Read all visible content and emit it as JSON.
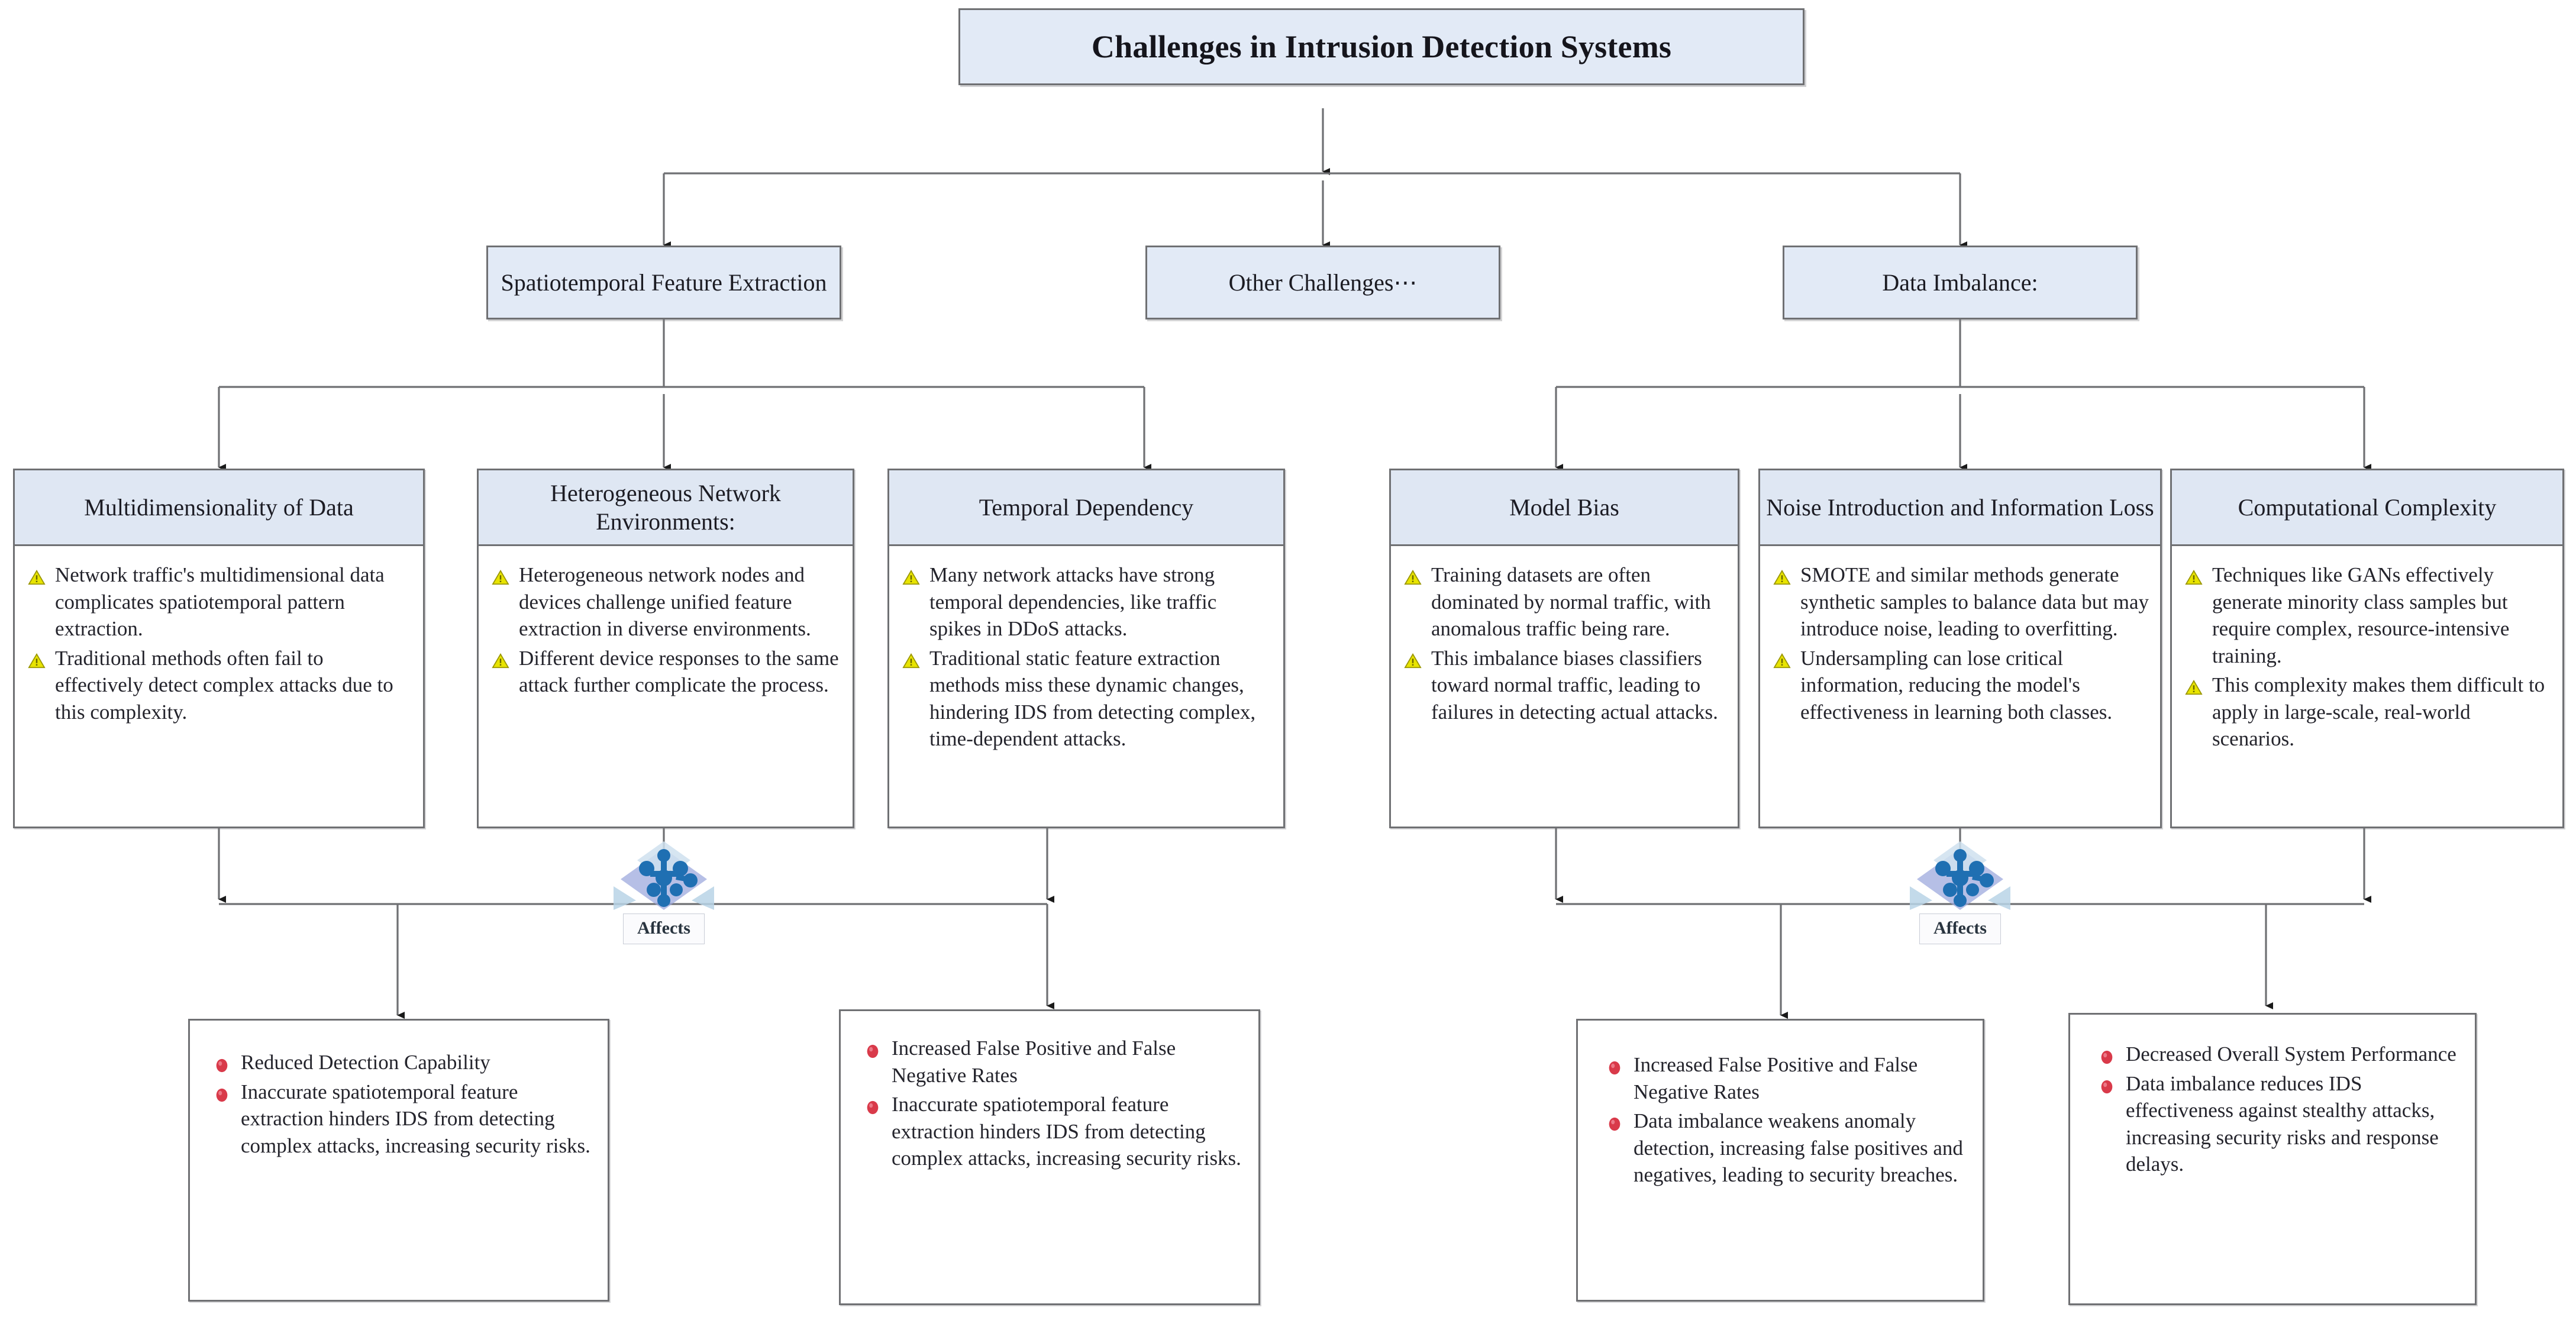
{
  "colors": {
    "header_fill": "#dfe7f3",
    "box_fill": "#e2eaf6",
    "border": "#6f7073",
    "warning_marker": "#d8d400",
    "risk_marker": "#d93a4a",
    "affects_node": "#1f6fb2",
    "text": "#1c1c24"
  },
  "title": {
    "text": "Challenges in Intrusion Detection Systems"
  },
  "level2": [
    {
      "id": "spatiotemporal-feature-extraction",
      "label": "Spatiotemporal Feature Extraction"
    },
    {
      "id": "other-challenges",
      "label": "Other Challenges⋯"
    },
    {
      "id": "data-imbalance",
      "label": "Data Imbalance:"
    }
  ],
  "level3": [
    {
      "id": "multidimensionality-of-data",
      "title": "Multidimensionality of Data",
      "marker": "warning-triangle-icon",
      "bullets": [
        "Network traffic's multidimensional data complicates spatiotemporal pattern extraction.",
        "Traditional methods often fail to effectively detect complex attacks due to this complexity."
      ]
    },
    {
      "id": "heterogeneous-network-environments",
      "title": "Heterogeneous Network Environments:",
      "marker": "warning-triangle-icon",
      "bullets": [
        "Heterogeneous network nodes and devices challenge unified feature extraction in diverse environments.",
        "Different device responses to the same attack further complicate the process."
      ]
    },
    {
      "id": "temporal-dependency",
      "title": "Temporal Dependency",
      "marker": "warning-triangle-icon",
      "bullets": [
        "Many network attacks have strong temporal dependencies, like traffic spikes in DDoS attacks.",
        "Traditional static feature extraction methods miss these dynamic changes, hindering IDS from detecting complex, time-dependent attacks."
      ]
    },
    {
      "id": "model-bias",
      "title": "Model Bias",
      "marker": "warning-triangle-icon",
      "bullets": [
        "Training datasets are often dominated by normal traffic, with anomalous traffic being rare.",
        "This imbalance biases classifiers toward normal traffic, leading to failures in detecting actual attacks."
      ]
    },
    {
      "id": "noise-introduction-and-information-loss",
      "title": "Noise Introduction and Information Loss",
      "marker": "warning-triangle-icon",
      "bullets": [
        "SMOTE and similar methods generate synthetic samples to balance data but may introduce noise, leading to overfitting.",
        "Undersampling can lose critical information, reducing the model's effectiveness in learning both classes."
      ]
    },
    {
      "id": "computational-complexity",
      "title": "Computational Complexity",
      "marker": "warning-triangle-icon",
      "bullets": [
        "Techniques like GANs effectively generate minority class samples but require complex, resource-intensive training.",
        "This complexity makes them difficult to apply in large-scale, real-world scenarios."
      ]
    }
  ],
  "affects": [
    {
      "id": "affects-left",
      "label": "Affects"
    },
    {
      "id": "affects-right",
      "label": "Affects"
    }
  ],
  "outcomes": [
    {
      "id": "outcome-reduced-detection-capability",
      "marker": "risk-bullet-icon",
      "bullets": [
        "Reduced Detection Capability",
        "Inaccurate spatiotemporal feature extraction hinders IDS from detecting complex attacks, increasing security risks."
      ]
    },
    {
      "id": "outcome-increased-false-rates-left",
      "marker": "risk-bullet-icon",
      "bullets": [
        "Increased False Positive and False Negative Rates",
        "Inaccurate spatiotemporal feature extraction hinders IDS from detecting complex attacks, increasing security risks."
      ]
    },
    {
      "id": "outcome-increased-false-rates-right",
      "marker": "risk-bullet-icon",
      "bullets": [
        "Increased False Positive and False Negative Rates",
        "Data imbalance weakens anomaly detection, increasing false positives and negatives, leading to security breaches."
      ]
    },
    {
      "id": "outcome-decreased-overall-system-performance",
      "marker": "risk-bullet-icon",
      "bullets": [
        "Decreased Overall System Performance",
        "Data imbalance reduces IDS effectiveness against stealthy attacks, increasing security risks and response delays."
      ]
    }
  ]
}
